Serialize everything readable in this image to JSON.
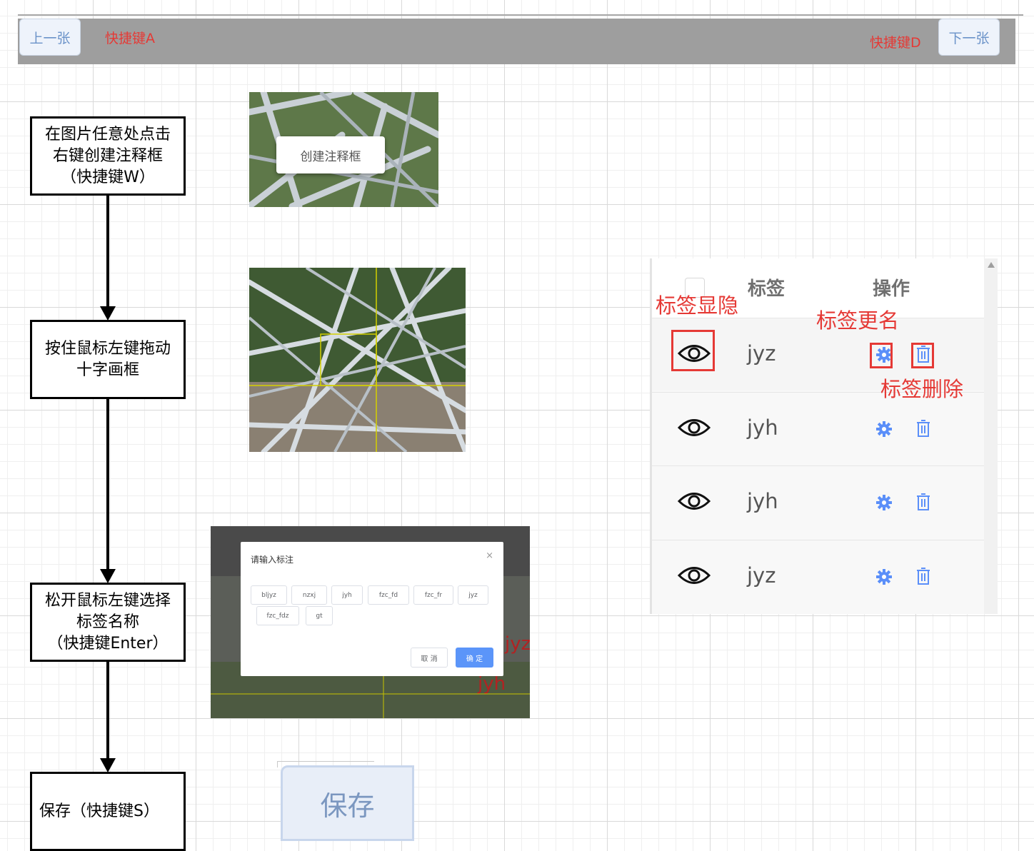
{
  "nav": {
    "prev_label": "上一张",
    "prev_hint": "快捷键A",
    "next_label": "下一张",
    "next_hint": "快捷键D"
  },
  "flow": {
    "step1": [
      "在图片任意处点击",
      "右键创建注释框",
      "（快捷键W）"
    ],
    "step2": [
      "按住鼠标左键拖动",
      "十字画框"
    ],
    "step3": [
      "松开鼠标左键选择",
      "标签名称",
      "（快捷键Enter）"
    ],
    "step4": [
      "保存（快捷键S）"
    ]
  },
  "context_menu": {
    "label": "创建注释框"
  },
  "dialog": {
    "title": "请输入标注",
    "close": "×",
    "tags": [
      "bljyz",
      "nzxj",
      "jyh",
      "fzc_fd",
      "fzc_fr",
      "jyz",
      "fzc_fdz",
      "gt"
    ],
    "cancel": "取 消",
    "confirm": "确 定",
    "bg_labels": [
      "jyz",
      "jyh"
    ]
  },
  "save": {
    "label": "保存"
  },
  "table": {
    "headers": {
      "label": "标签",
      "actions": "操作"
    },
    "rows": [
      {
        "name": "jyz"
      },
      {
        "name": "jyh"
      },
      {
        "name": "jyh"
      },
      {
        "name": "jyz"
      }
    ],
    "annotations": {
      "toggle": "标签显隐",
      "rename": "标签更名",
      "delete": "标签删除"
    }
  },
  "colors": {
    "annotation_red": "#e53935",
    "action_blue": "#5b8ff9",
    "confirm_blue": "#5b95f9"
  }
}
